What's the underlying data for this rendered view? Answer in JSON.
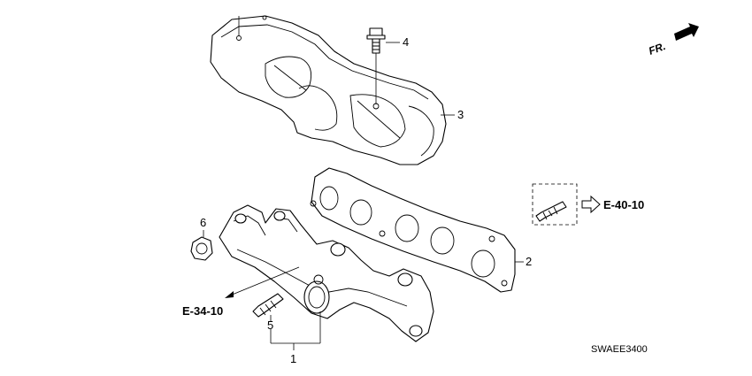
{
  "diagram": {
    "callouts": [
      "1",
      "2",
      "3",
      "4",
      "5",
      "6"
    ],
    "references": {
      "left": "E-34-10",
      "right": "E-40-10"
    },
    "direction": "FR.",
    "diagram_code": "SWAEE3400"
  }
}
